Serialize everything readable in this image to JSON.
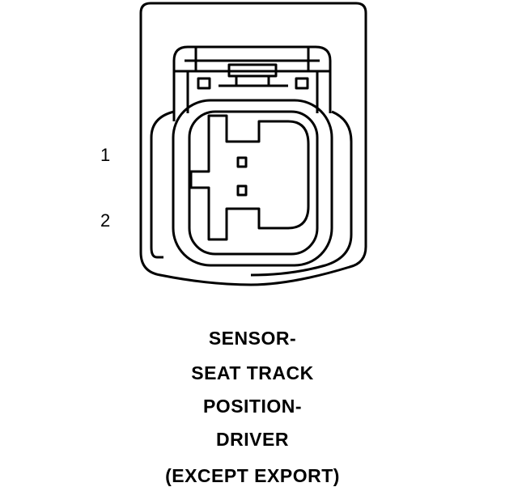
{
  "pins": [
    {
      "number": "1"
    },
    {
      "number": "2"
    }
  ],
  "caption": {
    "line1": "SENSOR-",
    "line2": "SEAT TRACK",
    "line3": "POSITION-",
    "line4": "DRIVER",
    "line5": "(EXCEPT EXPORT)"
  },
  "colors": {
    "stroke": "#000000",
    "background": "#ffffff"
  }
}
